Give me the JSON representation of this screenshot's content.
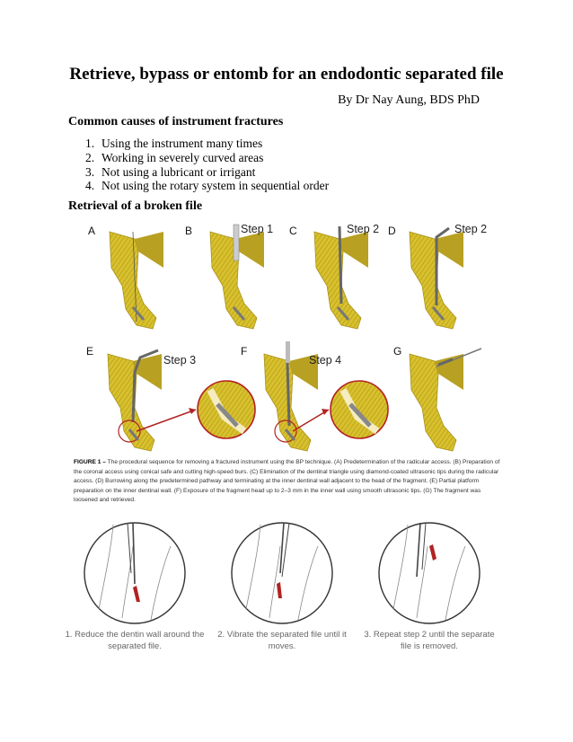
{
  "title": "Retrieve, bypass or entomb for an endodontic separated file",
  "byline": "By Dr Nay Aung, BDS PhD",
  "section1": {
    "heading": "Common causes of instrument fractures",
    "items": [
      {
        "num": "1.",
        "text": "Using the instrument many times"
      },
      {
        "num": "2.",
        "text": "Working in severely curved areas"
      },
      {
        "num": "3.",
        "text": "Not using a lubricant or irrigant"
      },
      {
        "num": "4.",
        "text": "Not using the rotary system in sequential order"
      }
    ]
  },
  "section2": {
    "heading": "Retrieval of a broken file"
  },
  "figure": {
    "panels": [
      "A",
      "B",
      "C",
      "D",
      "E",
      "F",
      "G"
    ],
    "steps": [
      "Step 1",
      "Step 2",
      "Step 2",
      "Step 3",
      "Step 4"
    ],
    "colors": {
      "tooth": "#d9c22e",
      "tooth_dark": "#a8921c",
      "accent_red": "#b22222",
      "instrument": "#8a8a8a"
    }
  },
  "caption": {
    "label": "FIGURE 1 –",
    "text": "The procedural sequence for removing a fractured instrument using the BP technique. (A) Predetermination of the radicular access. (B) Preparation of the coronal access using conical safe and cutting high-speed burs. (C) Elimination of the dentinal triangle using diamond-coated ultrasonic tips during the radicular access. (D) Burrowing along the predetermined pathway and terminating at the inner dentinal wall adjacent to the head of the fragment. (E) Partial platform preparation on the inner dentinal wall. (F) Exposure of the fragment head up to 2–3 mm in the inner wall using smooth ultrasonic tips. (G) The fragment was loosened and retrieved."
  },
  "bottom_steps": [
    "1. Reduce the dentin wall around the separated file.",
    "2. Vibrate the separated file until it moves.",
    "3. Repeat step 2 until the separate file is removed."
  ]
}
